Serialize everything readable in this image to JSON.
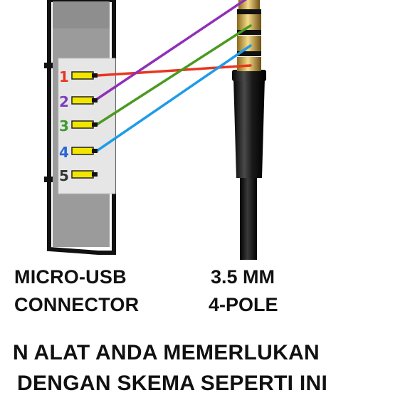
{
  "usb_connector": {
    "label_line1": "MICRO-USB",
    "label_line2": "CONNECTOR",
    "pins": [
      {
        "number": "1",
        "color": "#e8361f"
      },
      {
        "number": "2",
        "color": "#7a3fbf"
      },
      {
        "number": "3",
        "color": "#3d9a2e"
      },
      {
        "number": "4",
        "color": "#2a67d6"
      },
      {
        "number": "5",
        "color": "#333333"
      }
    ]
  },
  "jack": {
    "label_line1": "3.5 MM",
    "label_line2": "4-POLE"
  },
  "wires": [
    {
      "from_pin": "1",
      "color": "#e8361f"
    },
    {
      "from_pin": "2",
      "color": "#8f2fb8"
    },
    {
      "from_pin": "3",
      "color": "#4a9a1f"
    },
    {
      "from_pin": "4",
      "color": "#1f9be8"
    }
  ],
  "caption": {
    "line1": "N ALAT ANDA MEMERLUKAN",
    "line2": "DENGAN SKEMA SEPERTI INI"
  }
}
